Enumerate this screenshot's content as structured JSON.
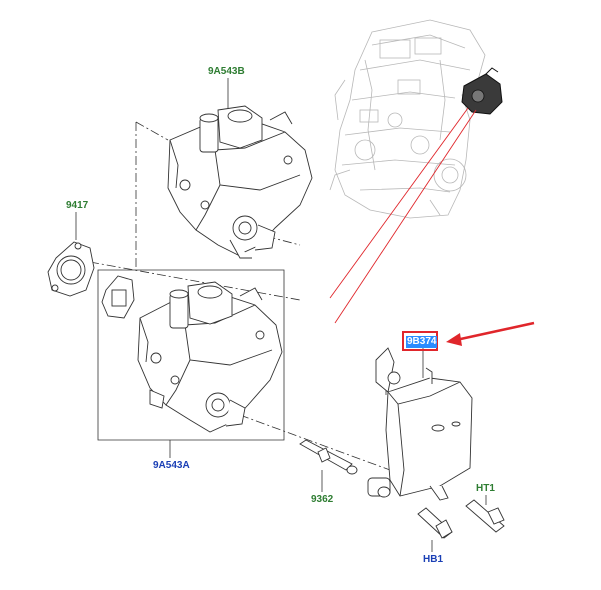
{
  "callouts": {
    "pump_upper": "9A543B",
    "gasket": "9417",
    "bracket": "9B374",
    "pump_lower": "9A543A",
    "stud": "9362",
    "bolt_ht": "HT1",
    "bolt_hb": "HB1"
  },
  "colors": {
    "label_green": "#2e7d32",
    "label_blue": "#1a3fb5",
    "highlight_red": "#e0262b",
    "highlight_blue": "#2a8cff",
    "line_art": "#333333"
  }
}
